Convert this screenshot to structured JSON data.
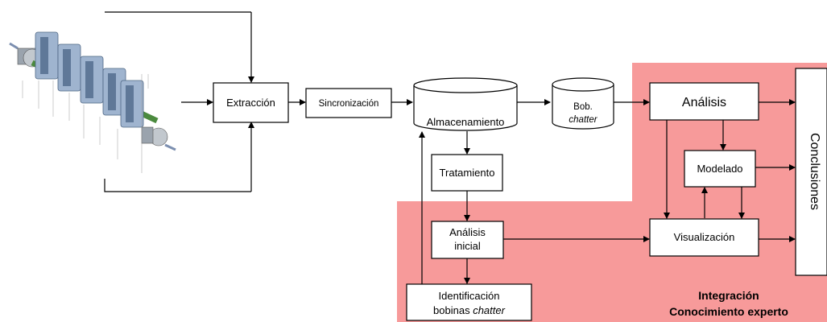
{
  "colors": {
    "expert_region": "#f79a9a",
    "stand_body": "#9fb4cf",
    "stand_dark": "#5f7898",
    "strip": "#4b8a3e"
  },
  "nodes": {
    "extraccion": "Extracción",
    "sincronizacion": "Sincronización",
    "almacenamiento": "Almacenamiento",
    "bob_line1": "Bob.",
    "bob_line2": "chatter",
    "tratamiento": "Tratamiento",
    "analisis_inicial_line1": "Análisis",
    "analisis_inicial_line2": "inicial",
    "identificacion_line1": "Identificación",
    "identificacion_line2_a": "bobinas ",
    "identificacion_line2_b": "chatter",
    "analisis": "Análisis",
    "modelado": "Modelado",
    "visualizacion": "Visualización",
    "conclusiones": "Conclusiones"
  },
  "region_label": {
    "line1": "Integración",
    "line2": "Conocimiento experto"
  },
  "illustration": {
    "name": "rolling-mill-illustration"
  }
}
